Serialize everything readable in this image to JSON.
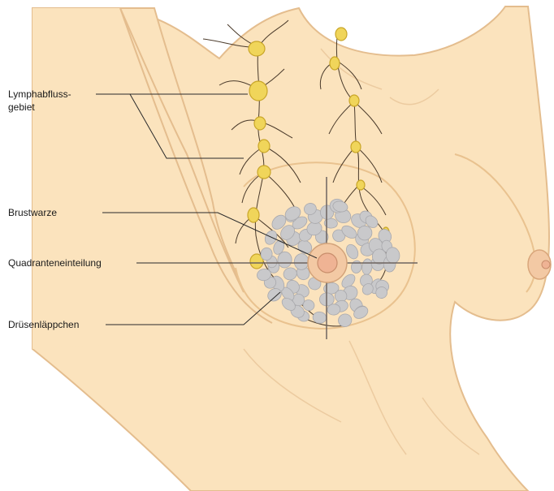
{
  "labels": {
    "lymph_line1": "Lymphabfluss-",
    "lymph_line2": "gebiet",
    "nipple": "Brustwarze",
    "quadrants": "Quadranteneinteilung",
    "lobules": "Drüsenläppchen"
  },
  "colors": {
    "skin": "#fbe3bd",
    "skin_outline": "#e4bd8e",
    "lymph_node": "#f0d55a",
    "lymph_node_outline": "#c9a628",
    "lobule": "#c9c9cb",
    "areola": "#f3c9a4",
    "leader": "#2a2a2a"
  }
}
